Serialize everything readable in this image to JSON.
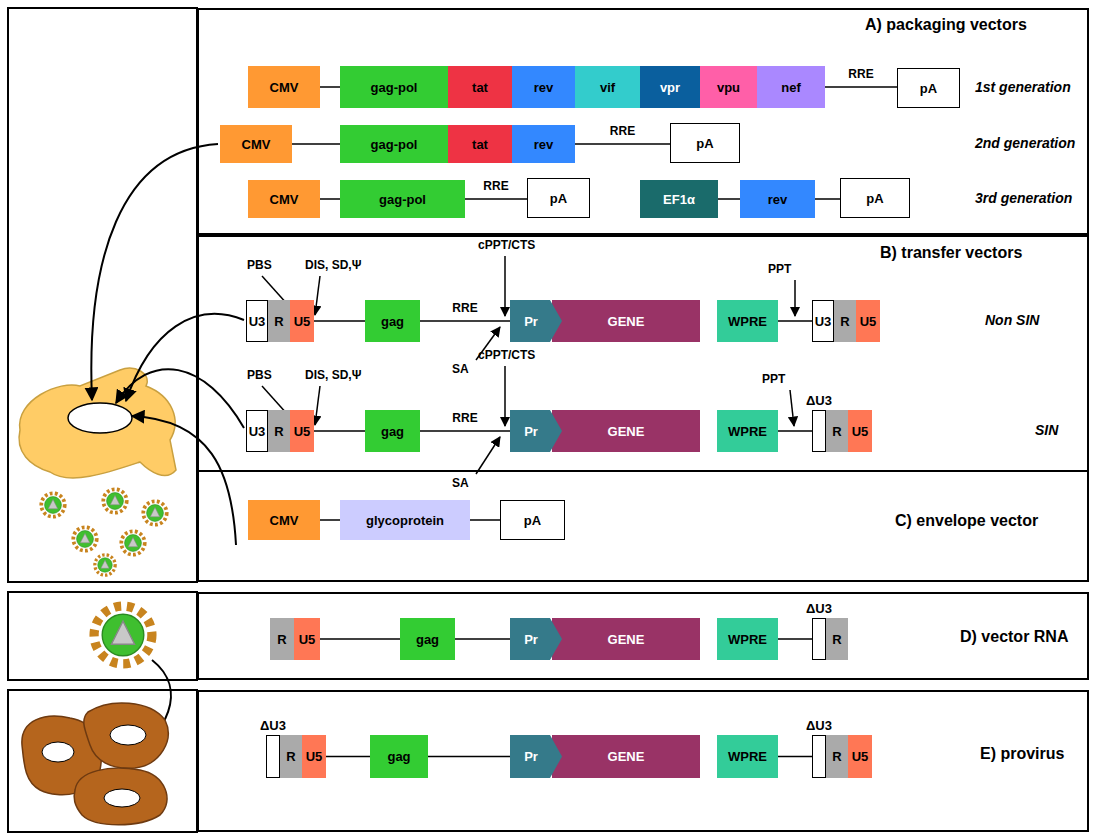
{
  "diagram": {
    "nodes": [
      {
        "text": [
          "A) packaging vectors"
        ]
      },
      {
        "text": [
          "CMV"
        ],
        "in": 0
      },
      {
        "text": [
          "gag-pol"
        ],
        "in": 0
      },
      {
        "text": [
          "tat"
        ],
        "in": 0
      },
      {
        "text": [
          "rev"
        ],
        "in": 0
      },
      {
        "text": [
          "vif"
        ],
        "in": 0
      },
      {
        "text": [
          "vpr"
        ],
        "in": 0
      },
      {
        "text": [
          "vpu"
        ],
        "in": 0
      },
      {
        "text": [
          "nef"
        ],
        "in": 0
      },
      {
        "text": [
          "pA"
        ],
        "in": 0
      },
      {
        "text": [
          "CMV"
        ],
        "in": 0
      },
      {
        "text": [
          "gag-pol"
        ],
        "in": 0
      },
      {
        "text": [
          "tat"
        ],
        "in": 0
      },
      {
        "text": [
          "rev"
        ],
        "in": 0
      },
      {
        "text": [
          "pA"
        ],
        "in": 0
      },
      {
        "text": [
          "CMV"
        ],
        "in": 0
      },
      {
        "text": [
          "gag-pol"
        ],
        "in": 0
      },
      {
        "text": [
          "pA"
        ],
        "in": 0
      },
      {
        "text": [
          "EF1α"
        ],
        "in": 0
      },
      {
        "text": [
          "rev"
        ],
        "in": 0
      },
      {
        "text": [
          "pA"
        ],
        "in": 0
      },
      {
        "text": [
          "B) transfer vectors"
        ]
      },
      {
        "text": [
          "U3"
        ],
        "in": 21
      },
      {
        "text": [
          "R"
        ],
        "in": 21
      },
      {
        "text": [
          "U5"
        ],
        "in": 21
      },
      {
        "text": [
          "gag"
        ],
        "in": 21
      },
      {
        "text": [
          "Pr"
        ],
        "in": 21
      },
      {
        "text": [
          "GENE"
        ],
        "in": 21
      },
      {
        "text": [
          "WPRE"
        ],
        "in": 21
      },
      {
        "text": [
          "U3"
        ],
        "in": 21
      },
      {
        "text": [
          "R"
        ],
        "in": 21
      },
      {
        "text": [
          "U5"
        ],
        "in": 21
      },
      {
        "text": [
          "U3"
        ],
        "in": 21
      },
      {
        "text": [
          "R"
        ],
        "in": 21
      },
      {
        "text": [
          "U5"
        ],
        "in": 21
      },
      {
        "text": [
          "gag"
        ],
        "in": 21
      },
      {
        "text": [
          "Pr"
        ],
        "in": 21
      },
      {
        "text": [
          "GENE"
        ],
        "in": 21
      },
      {
        "text": [
          "WPRE"
        ],
        "in": 21
      },
      {
        "text": [
          "ΔU3"
        ],
        "in": 21
      },
      {
        "text": [
          "R"
        ],
        "in": 21
      },
      {
        "text": [
          "U5"
        ],
        "in": 21
      },
      {
        "text": [
          "C) envelope vector"
        ]
      },
      {
        "text": [
          "CMV"
        ],
        "in": 42
      },
      {
        "text": [
          "glycoprotein"
        ],
        "in": 42
      },
      {
        "text": [
          "pA"
        ],
        "in": 42
      },
      {
        "text": [
          "D) vector RNA"
        ]
      },
      {
        "text": [
          "R"
        ],
        "in": 46
      },
      {
        "text": [
          "U5"
        ],
        "in": 46
      },
      {
        "text": [
          "gag"
        ],
        "in": 46
      },
      {
        "text": [
          "Pr"
        ],
        "in": 46
      },
      {
        "text": [
          "GENE"
        ],
        "in": 46
      },
      {
        "text": [
          "WPRE"
        ],
        "in": 46
      },
      {
        "text": [
          "ΔU3"
        ],
        "in": 46
      },
      {
        "text": [
          "R"
        ],
        "in": 46
      },
      {
        "text": [
          "E) provirus"
        ]
      },
      {
        "text": [
          "ΔU3"
        ],
        "in": 55
      },
      {
        "text": [
          "R"
        ],
        "in": 55
      },
      {
        "text": [
          "U5"
        ],
        "in": 55
      },
      {
        "text": [
          "gag"
        ],
        "in": 55
      },
      {
        "text": [
          "Pr"
        ],
        "in": 55
      },
      {
        "text": [
          "GENE"
        ],
        "in": 55
      },
      {
        "text": [
          "WPRE"
        ],
        "in": 55
      },
      {
        "text": [
          "ΔU3"
        ],
        "in": 55
      },
      {
        "text": [
          "R"
        ],
        "in": 55
      },
      {
        "text": [
          "U5"
        ],
        "in": 55
      }
    ],
    "edges": [
      {
        "from": 1,
        "to": 2,
        "arrow": "none"
      },
      {
        "from": 8,
        "to": 9,
        "arrow": "none",
        "label": "RRE"
      },
      {
        "from": 10,
        "to": 11,
        "arrow": "none"
      },
      {
        "from": 13,
        "to": 14,
        "arrow": "none",
        "label": "RRE"
      },
      {
        "from": 15,
        "to": 16,
        "arrow": "none"
      },
      {
        "from": 16,
        "to": 17,
        "arrow": "none",
        "label": "RRE"
      },
      {
        "from": 18,
        "to": 19,
        "arrow": "none"
      },
      {
        "from": 19,
        "to": 20,
        "arrow": "none"
      },
      {
        "from": 24,
        "to": 25,
        "arrow": "none"
      },
      {
        "from": 25,
        "to": 26,
        "arrow": "none",
        "label": "RRE"
      },
      {
        "from": 28,
        "to": 29,
        "arrow": "none"
      },
      {
        "from": 34,
        "to": 35,
        "arrow": "none"
      },
      {
        "from": 35,
        "to": 36,
        "arrow": "none",
        "label": "RRE"
      },
      {
        "from": 38,
        "to": 39,
        "arrow": "none"
      },
      {
        "from": 43,
        "to": 44,
        "arrow": "none"
      },
      {
        "from": 44,
        "to": 45,
        "arrow": "none"
      },
      {
        "from": 48,
        "to": 49,
        "arrow": "none"
      },
      {
        "from": 49,
        "to": 50,
        "arrow": "none"
      },
      {
        "from": 52,
        "to": 53,
        "arrow": "none"
      },
      {
        "from": 58,
        "to": 59,
        "arrow": "none"
      },
      {
        "from": 59,
        "to": 60,
        "arrow": "none"
      },
      {
        "from": 62,
        "to": 63,
        "arrow": "none"
      }
    ],
    "labels": [
      "1st generation",
      "2nd generation",
      "3rd generation",
      "PBS",
      "DIS, SD,Ψ",
      "cPPT/CTS",
      "SA",
      "PPT",
      "Non SIN",
      "PBS",
      "DIS, SD,Ψ",
      "cPPT/CTS",
      "SA",
      "PPT",
      "SIN"
    ]
  }
}
